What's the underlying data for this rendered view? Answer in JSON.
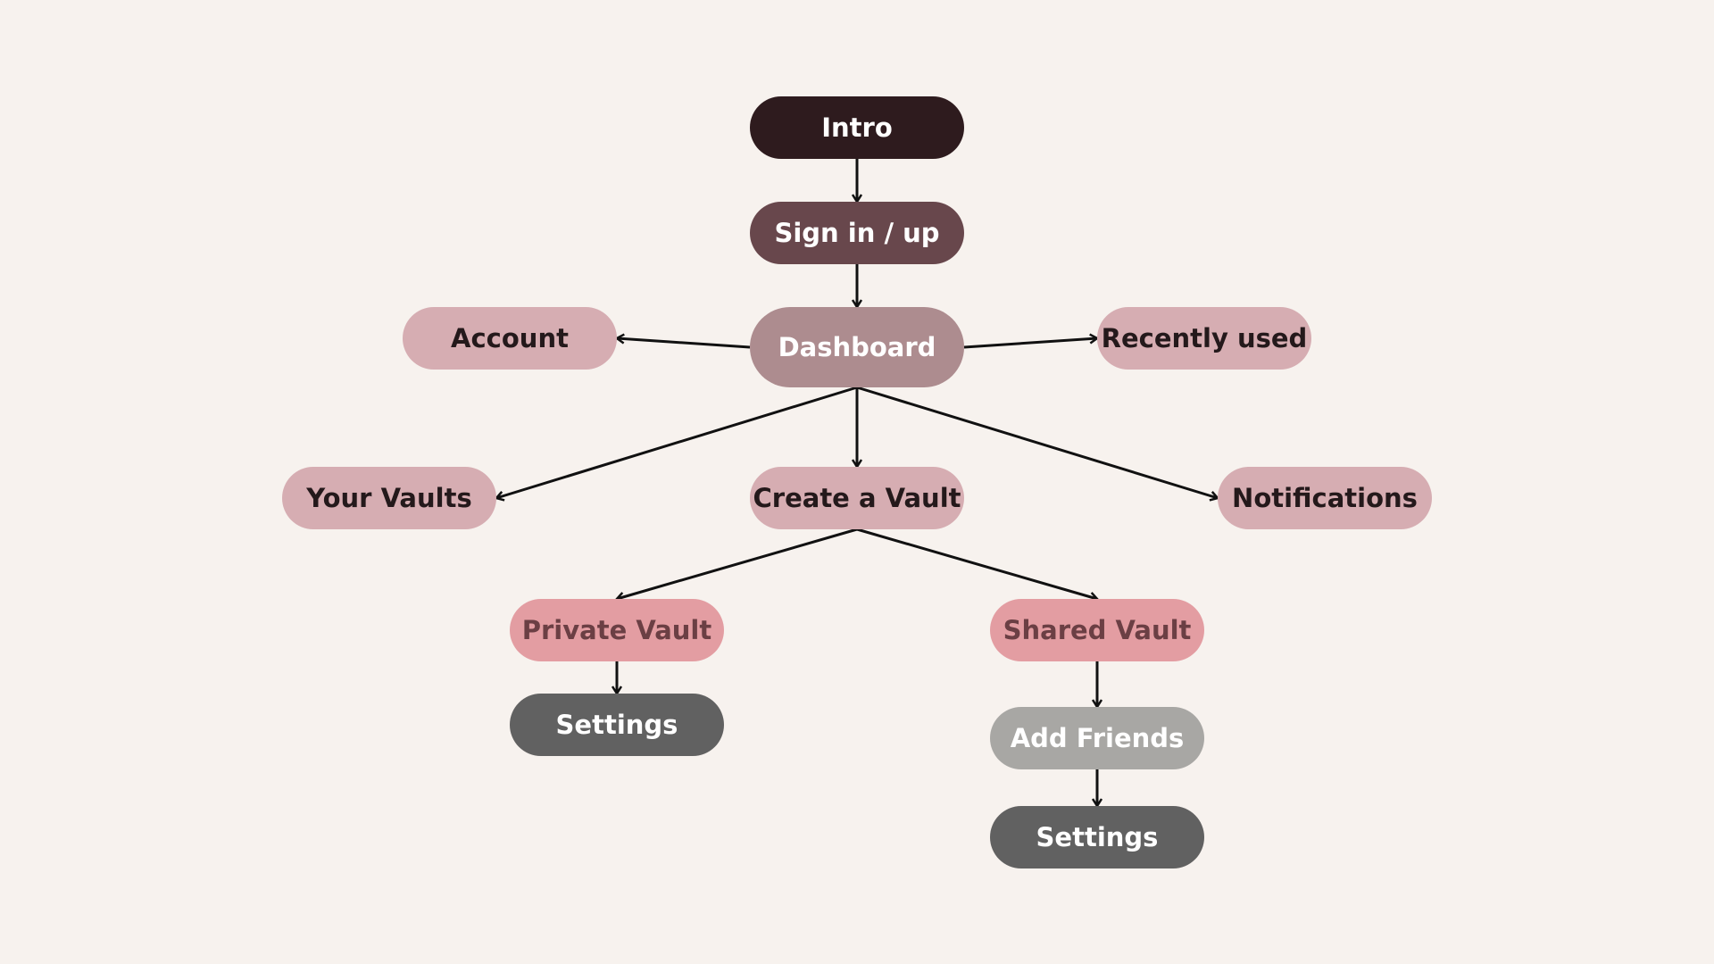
{
  "diagram": {
    "nodes": {
      "intro": "Intro",
      "signin": "Sign in / up",
      "dashboard": "Dashboard",
      "account": "Account",
      "recently_used": "Recently used",
      "your_vaults": "Your Vaults",
      "create_vault": "Create a Vault",
      "notifications": "Notifications",
      "private_vault": "Private Vault",
      "shared_vault": "Shared Vault",
      "settings_private": "Settings",
      "add_friends": "Add Friends",
      "settings_shared": "Settings"
    },
    "edges": [
      [
        "intro",
        "signin"
      ],
      [
        "signin",
        "dashboard"
      ],
      [
        "dashboard",
        "account"
      ],
      [
        "dashboard",
        "recently_used"
      ],
      [
        "dashboard",
        "your_vaults"
      ],
      [
        "dashboard",
        "create_vault"
      ],
      [
        "dashboard",
        "notifications"
      ],
      [
        "create_vault",
        "private_vault"
      ],
      [
        "create_vault",
        "shared_vault"
      ],
      [
        "private_vault",
        "settings_private"
      ],
      [
        "shared_vault",
        "add_friends"
      ],
      [
        "add_friends",
        "settings_shared"
      ]
    ],
    "colors": {
      "background": "#f7f2ee",
      "intro": "#2e1b1e",
      "signin": "#68474c",
      "dashboard": "#ad8c8f",
      "secondary": "#d6adb2",
      "vault_type": "#e39da2",
      "settings": "#616161",
      "add_friends": "#a8a7a4",
      "arrow": "#111111"
    }
  }
}
